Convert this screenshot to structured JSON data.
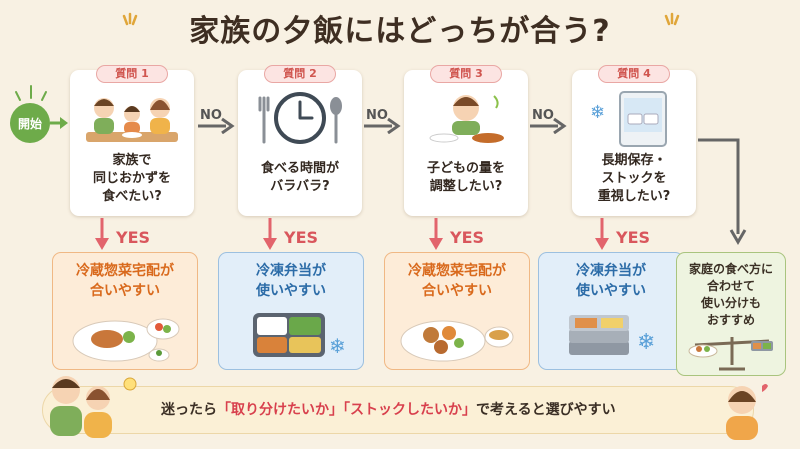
{
  "title": "家族の夕飯にはどっちが合う?",
  "start_label": "開始",
  "no_label": "NO",
  "yes_label": "YES",
  "questions": [
    {
      "badge": "質問 1",
      "text": "家族で\n同じおかずを\n食べたい?",
      "icon": "family-dinner-icon"
    },
    {
      "badge": "質問 2",
      "text": "食べる時間が\nバラバラ?",
      "icon": "clock-icon"
    },
    {
      "badge": "質問 3",
      "text": "子どもの量を\n調整したい?",
      "icon": "child-eating-icon"
    },
    {
      "badge": "質問 4",
      "text": "長期保存・\nストックを\n重視したい?",
      "icon": "freezer-icon"
    }
  ],
  "answers": [
    {
      "text": "冷蔵惣菜宅配が\n合いやすい",
      "kind": "fridge",
      "icon": "meal-plate-icon"
    },
    {
      "text": "冷凍弁当が\n使いやすい",
      "kind": "frozen",
      "icon": "frozen-bento-icon"
    },
    {
      "text": "冷蔵惣菜宅配が\n合いやすい",
      "kind": "fridge",
      "icon": "stew-bowl-icon"
    },
    {
      "text": "冷凍弁当が\n使いやすい",
      "kind": "frozen",
      "icon": "stacked-trays-icon"
    }
  ],
  "final": {
    "text": "家庭の食べ方に\n合わせて\n使い分けも\nおすすめ",
    "icon": "balance-scale-icon"
  },
  "bottom": {
    "prefix": "迷ったら",
    "highlight1": "「取り分けたいか」",
    "highlight2": "「ストックしたいか」",
    "suffix": "で考えると選びやすい"
  },
  "colors": {
    "no_arrow": "#666666",
    "yes_arrow": "#e2646c",
    "fridge": "#d96a1d",
    "frozen": "#2c6ca8",
    "start": "#6eab4a"
  }
}
